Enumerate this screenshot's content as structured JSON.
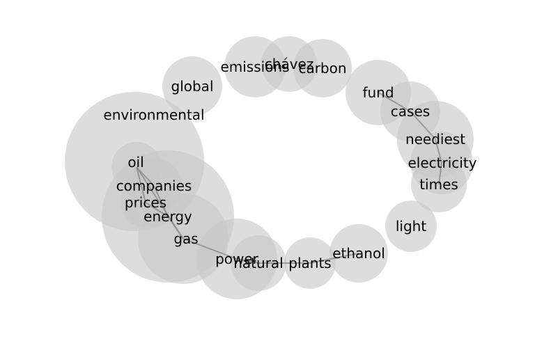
{
  "nodes": [
    {
      "id": "environmental",
      "label": "environmental"
    },
    {
      "id": "oil",
      "label": "oil"
    },
    {
      "id": "energy",
      "label": "energy"
    },
    {
      "id": "gas",
      "label": "gas"
    },
    {
      "id": "companies",
      "label": "companies"
    },
    {
      "id": "prices",
      "label": "prices"
    },
    {
      "id": "global",
      "label": "global"
    },
    {
      "id": "power",
      "label": "power"
    },
    {
      "id": "natural",
      "label": "natural"
    },
    {
      "id": "plants",
      "label": "plants"
    },
    {
      "id": "ethanol",
      "label": "ethanol"
    },
    {
      "id": "light",
      "label": "light"
    },
    {
      "id": "emissions",
      "label": "emissions"
    },
    {
      "id": "chavez",
      "label": "chávez"
    },
    {
      "id": "carbon",
      "label": "carbon"
    },
    {
      "id": "fund",
      "label": "fund"
    },
    {
      "id": "cases",
      "label": "cases"
    },
    {
      "id": "neediest",
      "label": "neediest"
    },
    {
      "id": "electricity",
      "label": "electricity"
    },
    {
      "id": "times",
      "label": "times"
    }
  ],
  "edges": [
    [
      "oil",
      "companies"
    ],
    [
      "oil",
      "prices"
    ],
    [
      "oil",
      "gas"
    ],
    [
      "companies",
      "energy"
    ],
    [
      "prices",
      "energy"
    ],
    [
      "energy",
      "gas"
    ],
    [
      "gas",
      "power"
    ],
    [
      "power",
      "natural"
    ],
    [
      "natural",
      "plants"
    ],
    [
      "plants",
      "ethanol"
    ],
    [
      "fund",
      "cases"
    ],
    [
      "cases",
      "neediest"
    ],
    [
      "neediest",
      "electricity"
    ],
    [
      "electricity",
      "times"
    ]
  ]
}
